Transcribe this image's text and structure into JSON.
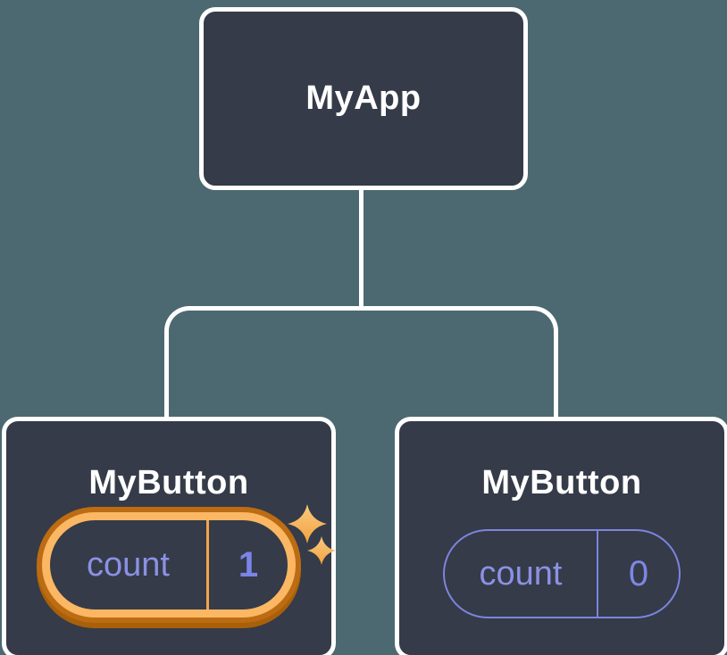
{
  "diagram": {
    "title": "component-state-tree",
    "background_color": "#4C6971",
    "node_fill": "#353B48",
    "node_border_color": "#FFFFFF",
    "connector_color": "#FFFFFF",
    "root": {
      "label": "MyApp"
    },
    "children": [
      {
        "label": "MyButton",
        "state": {
          "key": "count",
          "value": "1"
        },
        "highlighted": true,
        "highlight_color": "#FBB763",
        "highlight_ring_color": "#BC6C12",
        "divider_color": "#F2A54B",
        "text_color": "#8B91E3",
        "sparkles": true
      },
      {
        "label": "MyButton",
        "state": {
          "key": "count",
          "value": "0"
        },
        "highlighted": false,
        "pill_border_color": "#7C84DF",
        "text_color": "#8B91E3",
        "sparkles": false
      }
    ]
  }
}
